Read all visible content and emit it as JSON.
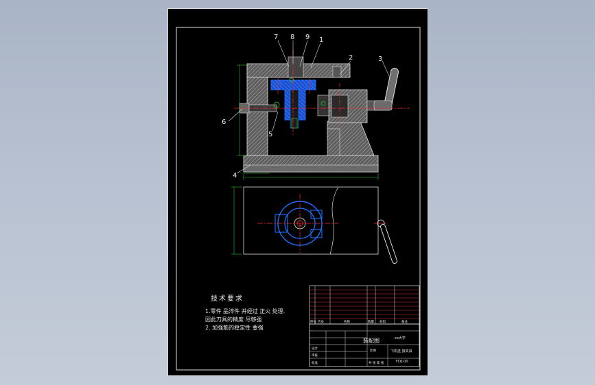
{
  "sheet": {
    "part_labels": [
      "7",
      "8",
      "9",
      "1",
      "2",
      "3",
      "6",
      "5",
      "4"
    ]
  },
  "tech_notes": {
    "title": "技术要求",
    "lines": [
      "1.零件 品淬件 并经过 正火 处理.",
      "因此刀具的精度 尽够强",
      "2. 加强筋的稳定性 要强"
    ]
  },
  "title_block": {
    "drawing_name": "装配图",
    "school": "xx大学",
    "part_name": "飞机连 接夹具",
    "drawing_no": "FLYJ-00",
    "scale_label": "比例",
    "sheet_label": "共 张 第 张",
    "designer": "设计",
    "checker": "审核",
    "approved": "批准",
    "bom_header": [
      "序号",
      "代号",
      "名称",
      "数量",
      "材料",
      "备注"
    ]
  },
  "colors": {
    "sheet_bg": "#000000",
    "outline": "#e0e0e0",
    "hatch": "#9a9a9a",
    "blue_part": "#1e6fff",
    "red_center": "#ff2a2a",
    "green_dim": "#27c427",
    "bom_red": "#d23b3b"
  }
}
